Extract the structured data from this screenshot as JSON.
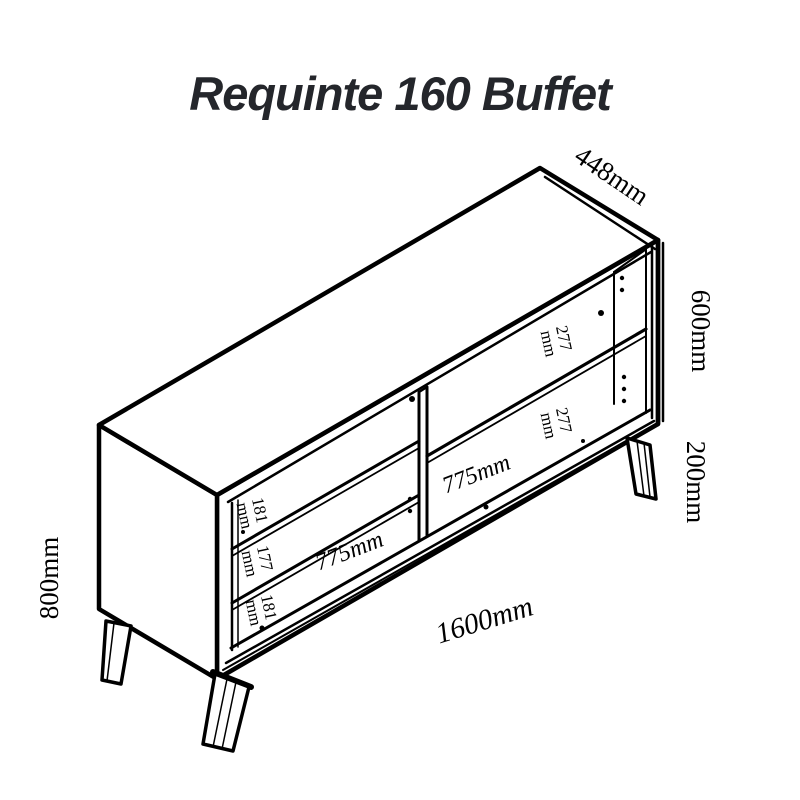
{
  "title": "Requinte 160 Buffet",
  "diagram": {
    "type": "furniture-dimension-drawing",
    "product": "Requinte 160 Buffet",
    "colors": {
      "line": "#000000",
      "title": "#24262b",
      "background": "#ffffff"
    },
    "labels": {
      "depth": "448mm",
      "carcass_height": "600mm",
      "leg_height": "200mm",
      "total_height": "800mm",
      "total_width": "1600mm",
      "left_compartment_width": "775mm",
      "right_compartment_width": "775mm",
      "left_gap_top": {
        "value": "181",
        "unit": "mm"
      },
      "left_gap_middle": {
        "value": "177",
        "unit": "mm"
      },
      "left_gap_bottom": {
        "value": "181",
        "unit": "mm"
      },
      "right_gap_top": {
        "value": "277",
        "unit": "mm"
      },
      "right_gap_bottom": {
        "value": "277",
        "unit": "mm"
      }
    }
  }
}
